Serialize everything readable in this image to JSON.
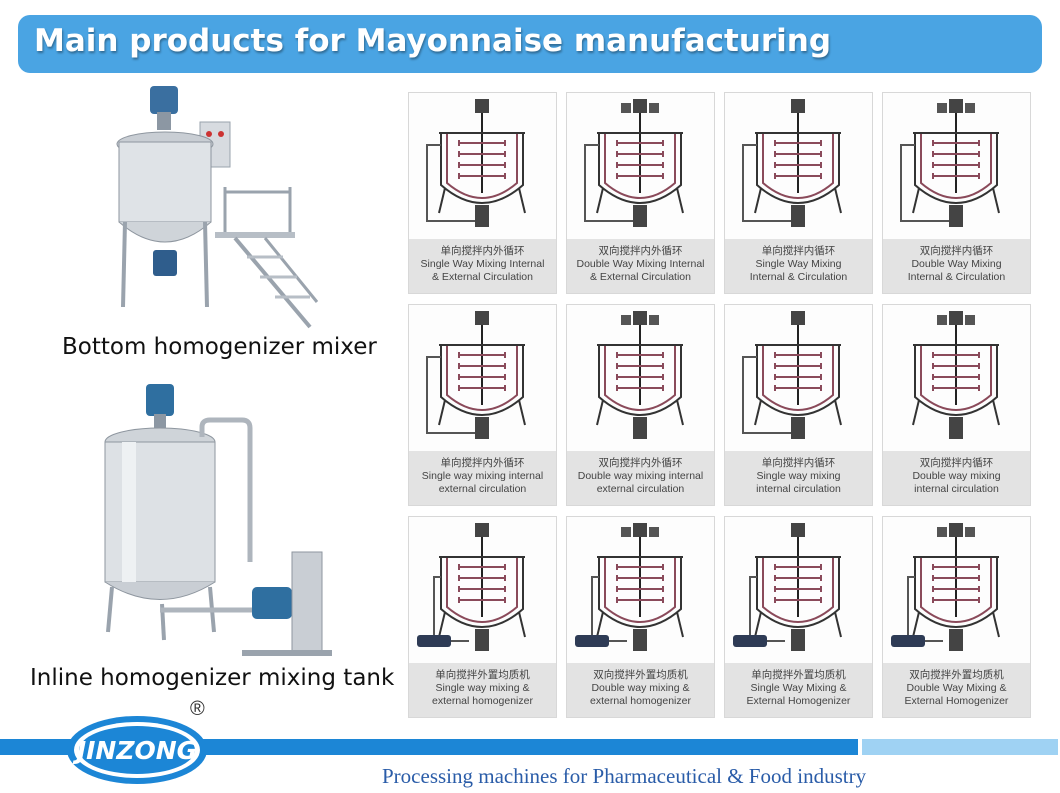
{
  "header": {
    "title": "Main products for Mayonnaise manufacturing"
  },
  "photos": [
    {
      "caption": "Bottom homogenizer mixer"
    },
    {
      "caption": "Inline homogenizer mixing tank"
    }
  ],
  "grid": [
    {
      "cn": "单向搅拌内外循环",
      "en1": "Single Way Mixing Internal",
      "en2": "& External Circulation"
    },
    {
      "cn": "双向搅拌内外循环",
      "en1": "Double Way Mixing Internal",
      "en2": "& External Circulation"
    },
    {
      "cn": "单向搅拌内循环",
      "en1": "Single Way Mixing",
      "en2": "Internal & Circulation"
    },
    {
      "cn": "双向搅拌内循环",
      "en1": "Double Way Mixing",
      "en2": "Internal & Circulation"
    },
    {
      "cn": "单向搅拌内外循环",
      "en1": "Single way mixing internal",
      "en2": "external circulation"
    },
    {
      "cn": "双向搅拌内外循环",
      "en1": "Double way mixing internal",
      "en2": "external circulation"
    },
    {
      "cn": "单向搅拌内循环",
      "en1": "Single way mixing",
      "en2": "internal circulation"
    },
    {
      "cn": "双向搅拌内循环",
      "en1": "Double way mixing",
      "en2": "internal circulation"
    },
    {
      "cn": "单向搅拌外置均质机",
      "en1": "Single way mixing &",
      "en2": "external homogenizer"
    },
    {
      "cn": "双向搅拌外置均质机",
      "en1": "Double way mixing &",
      "en2": "external homogenizer"
    },
    {
      "cn": "单向搅拌外置均质机",
      "en1": "Single Way Mixing &",
      "en2": "External Homogenizer"
    },
    {
      "cn": "双向搅拌外置均质机",
      "en1": "Double Way Mixing &",
      "en2": "External Homogenizer"
    }
  ],
  "logo": {
    "text": "JINZONG",
    "registered": "®"
  },
  "footer": {
    "tagline": "Processing machines for Pharmaceutical & Food industry"
  },
  "colors": {
    "header": "#4aa4e3",
    "band_dark": "#1c86d6",
    "band_light": "#9fd2f3",
    "footer_text": "#2a5ca8"
  }
}
